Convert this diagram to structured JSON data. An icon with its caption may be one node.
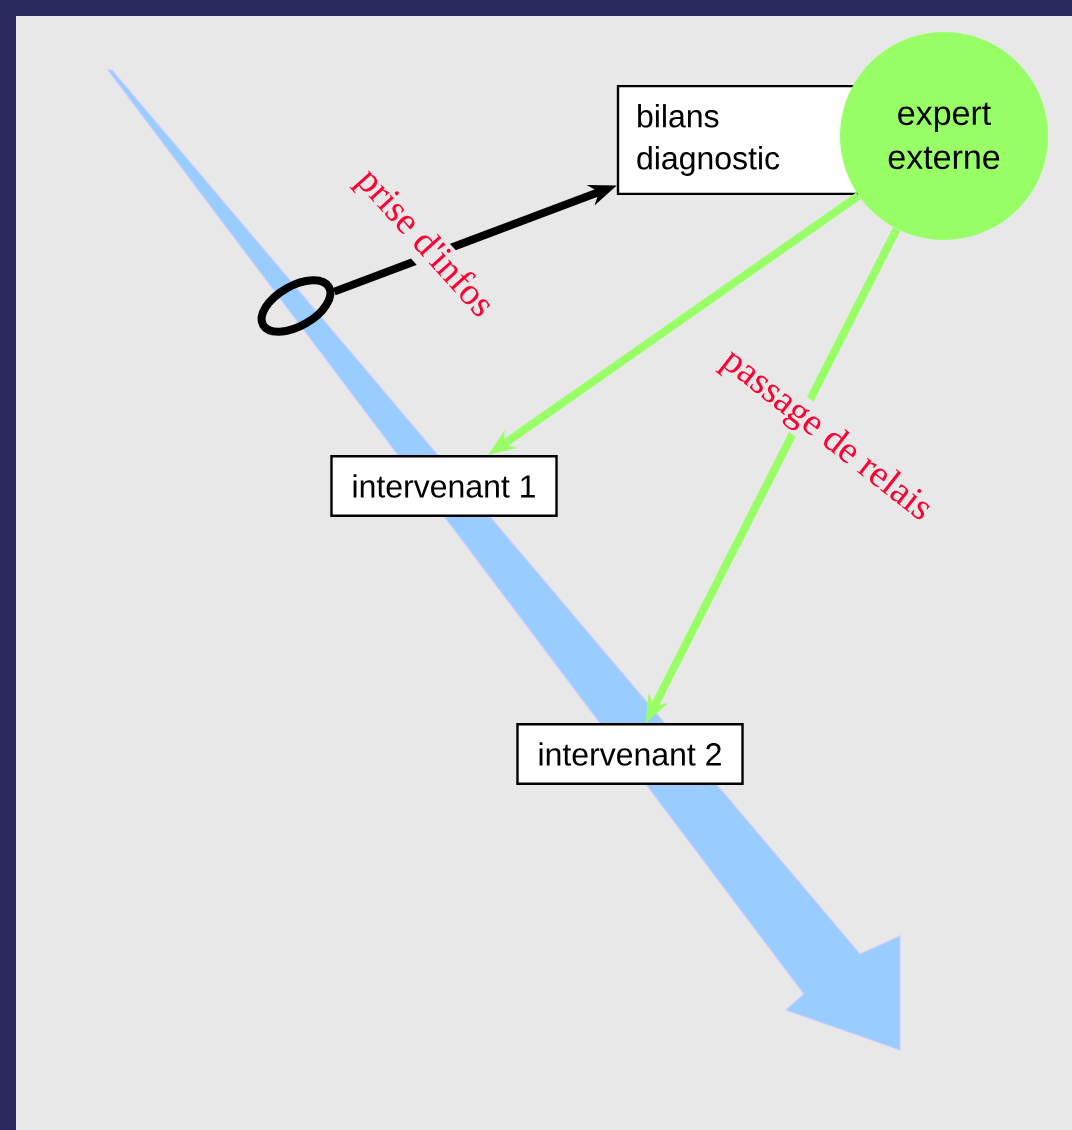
{
  "diagram": {
    "nodes": [
      {
        "text": [
          "bilans diagnostic"
        ]
      },
      {
        "text": [
          "expert externe"
        ]
      },
      {
        "text": [
          "intervenant 1"
        ]
      },
      {
        "text": [
          "intervenant 2"
        ]
      },
      {
        "text": [],
        "shape": "ellipse"
      }
    ],
    "edges": [
      {
        "from": 4,
        "to": 0,
        "arrow": "to",
        "label": "prise d'infos",
        "color": "#000000"
      },
      {
        "from": 1,
        "to": 2,
        "arrow": "to"
      },
      {
        "from": 1,
        "to": 3,
        "arrow": "to",
        "label": "passage de relais"
      }
    ]
  }
}
